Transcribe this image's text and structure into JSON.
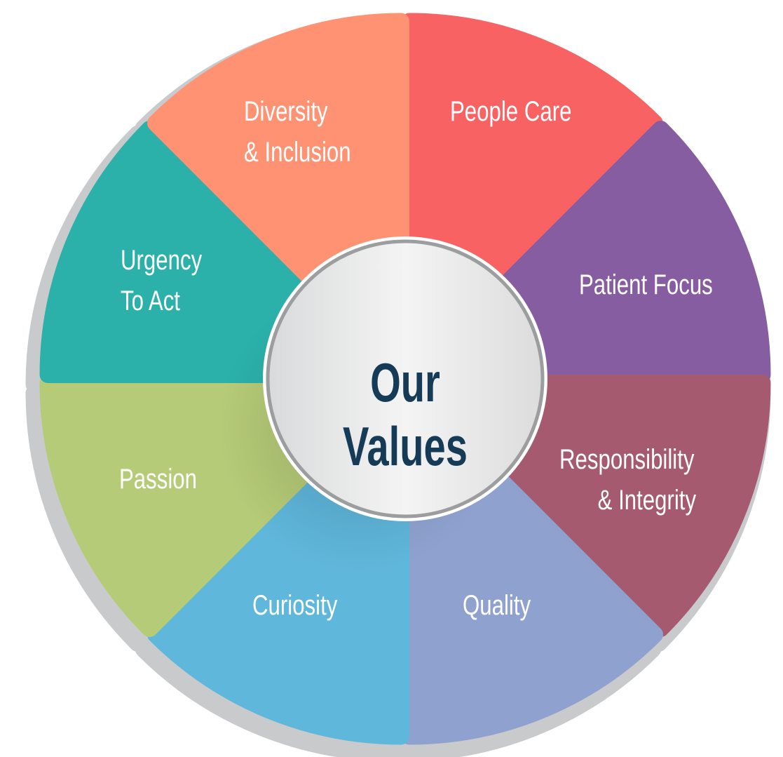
{
  "title": "Our Values",
  "colors": {
    "title": "#163B57",
    "shadow": "#c9cacc"
  },
  "segments": [
    {
      "lines": [
        "People Care"
      ],
      "color": "#F96262"
    },
    {
      "lines": [
        "Patient Focus"
      ],
      "color": "#875DA1"
    },
    {
      "lines": [
        "Responsibility",
        "& Integrity"
      ],
      "color": "#A65A70"
    },
    {
      "lines": [
        "Quality"
      ],
      "color": "#8FA2CF"
    },
    {
      "lines": [
        "Curiosity"
      ],
      "color": "#5FB7DB"
    },
    {
      "lines": [
        "Passion"
      ],
      "color": "#B6CB78"
    },
    {
      "lines": [
        "Urgency",
        "To Act"
      ],
      "color": "#2BB1AA"
    },
    {
      "lines": [
        "Diversity",
        "& Inclusion"
      ],
      "color": "#FF9273"
    }
  ]
}
